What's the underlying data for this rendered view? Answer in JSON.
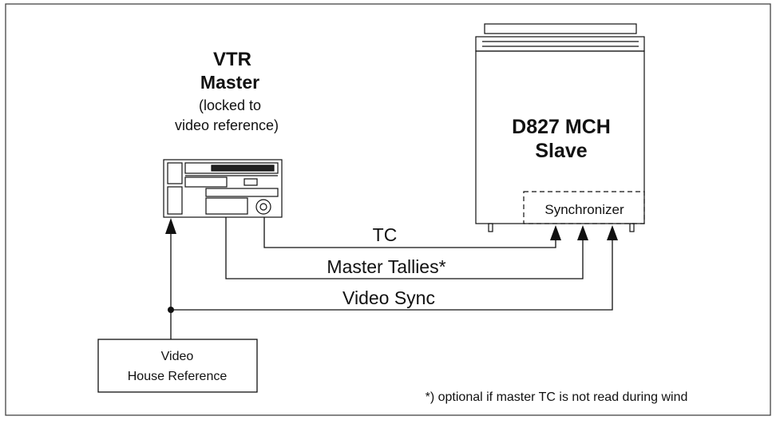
{
  "vtr": {
    "title_line1": "VTR",
    "title_line2": "Master",
    "note_line1": "(locked to",
    "note_line2": "video reference)"
  },
  "slave": {
    "title_line1": "D827 MCH",
    "title_line2": "Slave",
    "synchronizer_label": "Synchronizer"
  },
  "house_reference": {
    "line1": "Video",
    "line2": "House Reference"
  },
  "signals": {
    "tc": "TC",
    "master_tallies": "Master Tallies*",
    "video_sync": "Video Sync"
  },
  "footnote": "*) optional if master TC is not read during wind",
  "colors": {
    "line": "#111111",
    "frame": "#444444",
    "background": "#ffffff"
  }
}
